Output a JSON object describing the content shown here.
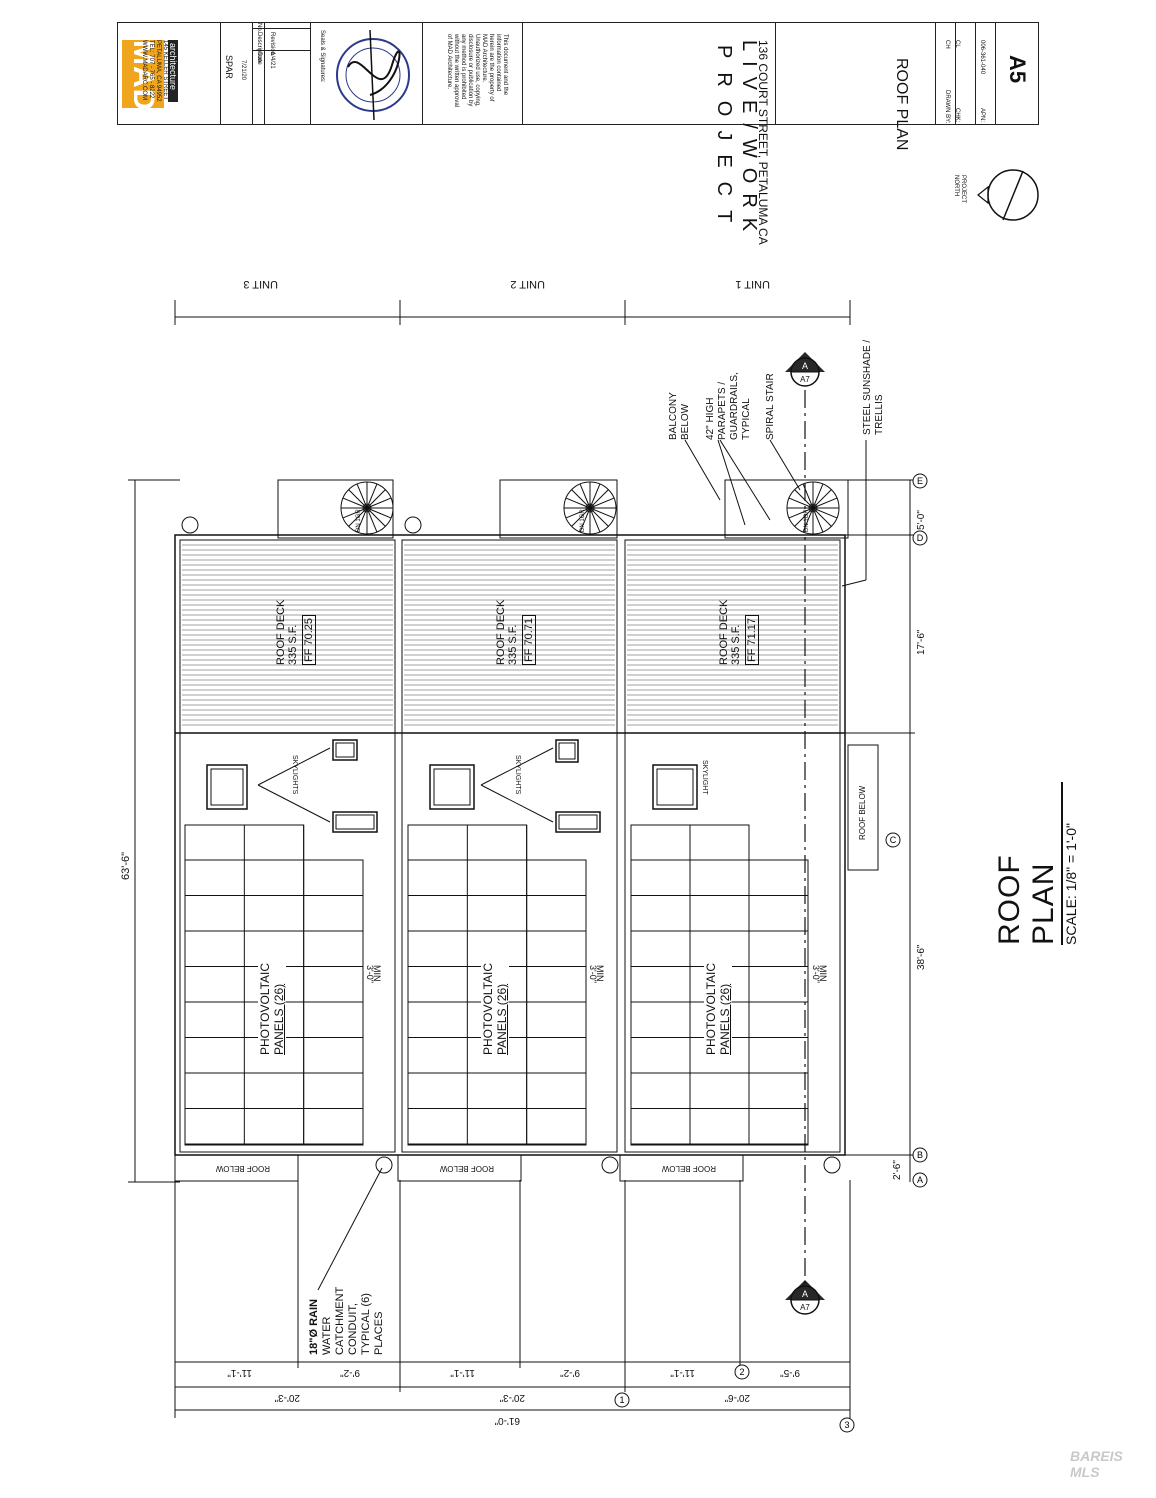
{
  "title_block": {
    "firm_logo": "MAD",
    "firm_name": "architecture",
    "firm_address": [
      "145 KELLER STREET",
      "PETALUMA, CA 94952",
      "TEL: 707 - 765 - 8222",
      "WWW.MADARC.COM"
    ],
    "project_code": "SPAR",
    "date_issued": "7/21/20",
    "revision_headers": {
      "no": "No.",
      "description": "Description",
      "date": "Date"
    },
    "revision_row": {
      "no": "",
      "description": "Revision",
      "date": "1/4/21"
    },
    "seals_label": "Seals & Signatures:",
    "seal_text": "LICENSED ARCHITECT",
    "disclaimer": [
      "This document and the",
      "information contained",
      "herein are the property of",
      "MAD Architecture.",
      "Unauthorized use, copying,",
      "disclosure or publication by",
      "any method is prohibited",
      "without the written approval",
      "of MAD Architecture."
    ],
    "project_name_line1": "LIVE/WORK",
    "project_name_line2": "PROJECT",
    "project_address": "136 COURT STREET, PETALUMA CA",
    "sheet_title": "ROOF PLAN",
    "drawn_by_label": "DRAWN BY:",
    "drawn_by": "CH",
    "checked_label": "CHK:",
    "checked_by": "CL",
    "apn_label": "APN:",
    "apn": "006-361-040",
    "sheet_number": "A5"
  },
  "north_arrow": {
    "label_line1": "PROJECT",
    "label_line2": "NORTH"
  },
  "units": [
    {
      "name": "UNIT 1",
      "deck": "ROOF DECK",
      "deck_area": "335 S.F.",
      "ff": "FF 71.17",
      "pv": "PHOTOVOLTAIC",
      "pv_count": "PANELS (26)",
      "skylight_label": "SKYLIGHT",
      "min_clear": "3'-0\"",
      "min_label": "MIN"
    },
    {
      "name": "UNIT 2",
      "deck": "ROOF DECK",
      "deck_area": "335 S.F.",
      "ff": "FF 70.71",
      "pv": "PHOTOVOLTAIC",
      "pv_count": "PANELS (26)",
      "skylight_label": "SKYLIGHTS",
      "min_clear": "3'-0\"",
      "min_label": "MIN"
    },
    {
      "name": "UNIT 3",
      "deck": "ROOF DECK",
      "deck_area": "335 S.F.",
      "ff": "FF 70.25",
      "pv": "PHOTOVOLTAIC",
      "pv_count": "PANELS (26)",
      "skylight_label": "SKYLIGHTS",
      "min_clear": "3'-0\"",
      "min_label": "MIN"
    }
  ],
  "stair_label": "DN\n1GR",
  "roof_below": "ROOF BELOW",
  "annotations": {
    "balcony": [
      "BALCONY",
      "BELOW"
    ],
    "parapets": [
      "42\" HIGH",
      "PARAPETS /",
      "GUARDRAILS,",
      "TYPICAL"
    ],
    "spiral": "SPIRAL STAIR",
    "sunshade": [
      "STEEL SUNSHADE /",
      "TRELLIS"
    ],
    "rain": [
      "18\"Ø RAIN",
      "WATER",
      "CATCHMENT",
      "CONDUIT,",
      "TYPICAL (6)",
      "PLACES"
    ]
  },
  "dimensions": {
    "overall_length": "63'-6\"",
    "seg_5": "5'-0\"",
    "seg_17": "17'-6\"",
    "seg_38": "38'-6\"",
    "seg_2": "2'-6\"",
    "overall_width": "61'-0\"",
    "unit_widths": [
      "20'-6\"",
      "20'-3\"",
      "20'-3\""
    ],
    "sub_a": [
      "9'-5\"",
      "11'-1\"",
      "9'-2\"",
      "11'-1\"",
      "9'-2\"",
      "11'-1\""
    ]
  },
  "grid_tags": [
    "A",
    "B",
    "C",
    "D",
    "E",
    "1",
    "2",
    "3"
  ],
  "section_tag": {
    "letter": "A",
    "sheet": "A7"
  },
  "drawing_title": "ROOF PLAN",
  "drawing_scale": "SCALE: 1/8\" = 1'-0\"",
  "watermark": "BAREIS MLS"
}
